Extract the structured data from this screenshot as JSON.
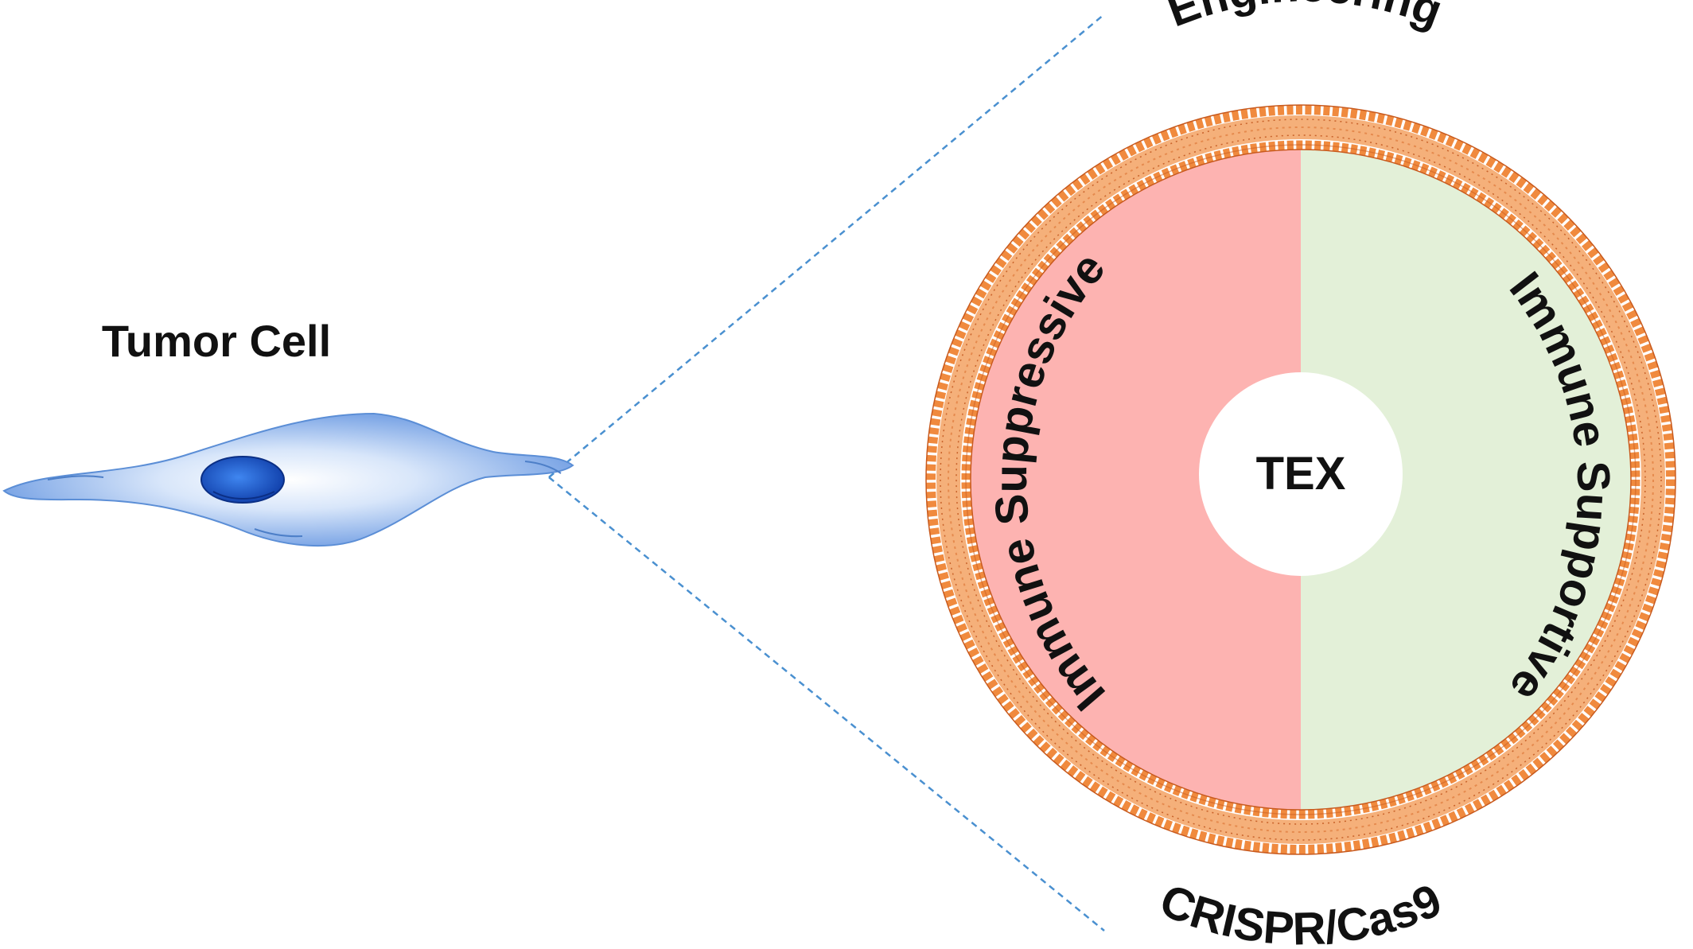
{
  "labels": {
    "tumor_cell": "Tumor Cell",
    "center": "TEX",
    "left_half": "Immune Suppressive",
    "right_half": "Immune Supportive",
    "top_arc": "Engineering",
    "bottom_arc": "CRISPR/Cas9"
  },
  "colors": {
    "left_half_fill": "#fdb3b1",
    "right_half_fill": "#e3f0d8",
    "membrane_head": "#f08a3e",
    "membrane_outline": "#c85a1e",
    "membrane_tail": "#e8a070",
    "cell_body": "#8fb4ea",
    "nucleus": "#1a55c8",
    "guide_line": "#4a90d0"
  },
  "icons": {
    "cell": "tumor-cell-icon",
    "membrane": "lipid-bilayer-icon"
  }
}
